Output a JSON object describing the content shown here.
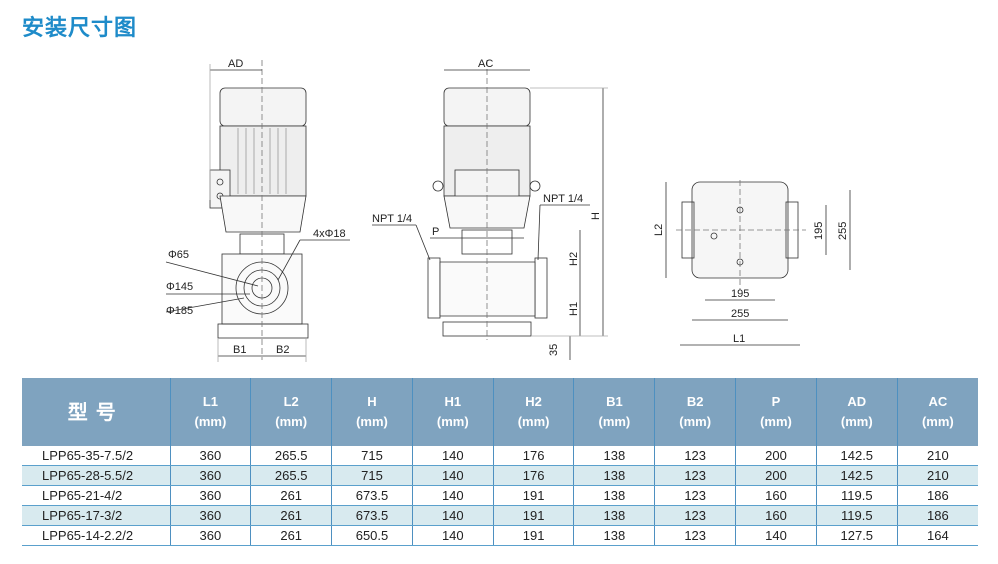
{
  "title": "安装尺寸图",
  "drawings": {
    "front": {
      "AD": "AD",
      "phi65": "Φ65",
      "phi145": "Φ145",
      "phi185": "Φ185",
      "holes": "4xΦ18",
      "B1": "B1",
      "B2": "B2"
    },
    "side": {
      "AC": "AC",
      "npt_left": "NPT 1/4",
      "npt_right": "NPT 1/4",
      "P": "P",
      "H": "H",
      "H2": "H2",
      "H1": "H1",
      "base": "35"
    },
    "top": {
      "L2": "L2",
      "d195v": "195",
      "d255v": "255",
      "d195h": "195",
      "d255h": "255",
      "L1": "L1"
    }
  },
  "table": {
    "headers": [
      {
        "name": "型号",
        "unit": ""
      },
      {
        "name": "L1",
        "unit": "(mm)"
      },
      {
        "name": "L2",
        "unit": "(mm)"
      },
      {
        "name": "H",
        "unit": "(mm)"
      },
      {
        "name": "H1",
        "unit": "(mm)"
      },
      {
        "name": "H2",
        "unit": "(mm)"
      },
      {
        "name": "B1",
        "unit": "(mm)"
      },
      {
        "name": "B2",
        "unit": "(mm)"
      },
      {
        "name": "P",
        "unit": "(mm)"
      },
      {
        "name": "AD",
        "unit": "(mm)"
      },
      {
        "name": "AC",
        "unit": "(mm)"
      }
    ],
    "rows": [
      [
        "LPP65-35-7.5/2",
        "360",
        "265.5",
        "715",
        "140",
        "176",
        "138",
        "123",
        "200",
        "142.5",
        "210"
      ],
      [
        "LPP65-28-5.5/2",
        "360",
        "265.5",
        "715",
        "140",
        "176",
        "138",
        "123",
        "200",
        "142.5",
        "210"
      ],
      [
        "LPP65-21-4/2",
        "360",
        "261",
        "673.5",
        "140",
        "191",
        "138",
        "123",
        "160",
        "119.5",
        "186"
      ],
      [
        "LPP65-17-3/2",
        "360",
        "261",
        "673.5",
        "140",
        "191",
        "138",
        "123",
        "160",
        "119.5",
        "186"
      ],
      [
        "LPP65-14-2.2/2",
        "360",
        "261",
        "650.5",
        "140",
        "191",
        "138",
        "123",
        "140",
        "127.5",
        "164"
      ]
    ]
  }
}
